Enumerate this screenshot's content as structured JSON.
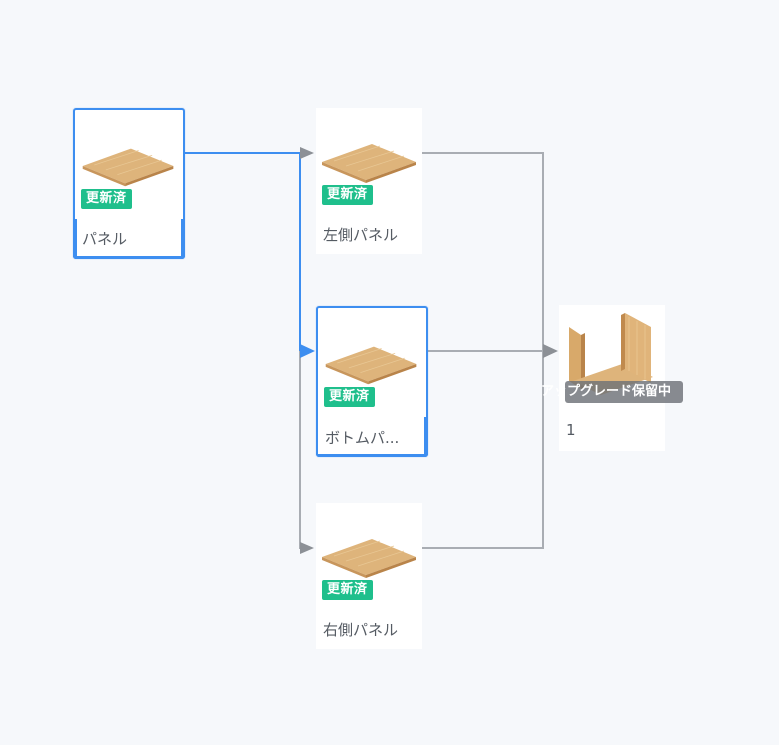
{
  "colors": {
    "background": "#f6f8fb",
    "selected": "#3d8ef0",
    "edge": "#a9adb3",
    "badge": "#1fbf8c",
    "wood": "#deb47b"
  },
  "nodes": {
    "root": {
      "label": "パネル",
      "badge": "更新済",
      "icon": "flat-panel-icon",
      "selected": true
    },
    "left": {
      "label": "左側パネル",
      "badge": "更新済",
      "icon": "flat-panel-icon",
      "selected": false
    },
    "bottom": {
      "label": "ボトムパ...",
      "badge": "更新済",
      "icon": "flat-panel-icon",
      "selected": true
    },
    "right": {
      "label": "右側パネル",
      "badge": "更新済",
      "icon": "flat-panel-icon",
      "selected": false
    },
    "assembly": {
      "label": "1",
      "status": "アップグレード保留中",
      "icon": "u-shaped-assembly-icon",
      "selected": false
    }
  }
}
